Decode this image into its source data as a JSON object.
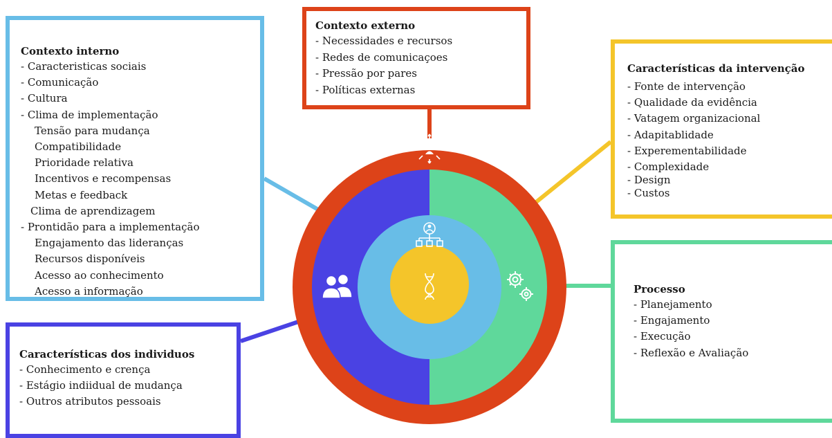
{
  "contexto_interno": {
    "title": "Contexto interno",
    "items": [
      "- Caracteristicas sociais",
      "- Comunicação",
      "- Cultura",
      "- Clima de implementação",
      "Tensão para mudança",
      "Compatibilidade",
      "Prioridade relativa",
      "Incentivos e recompensas",
      "Metas e feedback",
      "Clima de aprendizagem",
      "- Prontidão para a implementação",
      "Engajamento das lideranças",
      "Recursos disponíveis",
      "Acesso ao conhecimento",
      "Acesso a informação"
    ]
  },
  "contexto_externo": {
    "title": "Contexto externo",
    "items": [
      "- Necessidades e recursos",
      "- Redes de comunicaçoes",
      "- Pressão por pares",
      "- Políticas externas"
    ]
  },
  "caracteristicas_intervencao": {
    "title": "Características da intervenção",
    "items": [
      "- Fonte de intervenção",
      "- Qualidade da evidência",
      "- Vatagem organizacional",
      "- Adapitablidade",
      "- Experementabilidade",
      "- Complexidade",
      "- Design",
      "- Custos"
    ]
  },
  "caracteristicas_individuos": {
    "title": "Características dos individuos",
    "items": [
      "- Conhecimento e crença",
      "- Estágio indiidual de mudança",
      "- Outros atributos pessoais"
    ]
  },
  "processo": {
    "title": "Processo",
    "items": [
      "- Planejamento",
      "- Engajamento",
      "- Execução",
      "- Reflexão e Avaliação"
    ]
  },
  "colors": {
    "outer_ring": "#dd4319",
    "individuals": "#4a42e3",
    "process": "#5fd89b",
    "inner_context": "#68bde7",
    "intervention": "#f4c52a"
  },
  "icons": {
    "outer": "network-people-icon",
    "individuals": "people-icon",
    "process": "gears-icon",
    "inner": "org-chart-icon",
    "center": "dna-icon"
  }
}
